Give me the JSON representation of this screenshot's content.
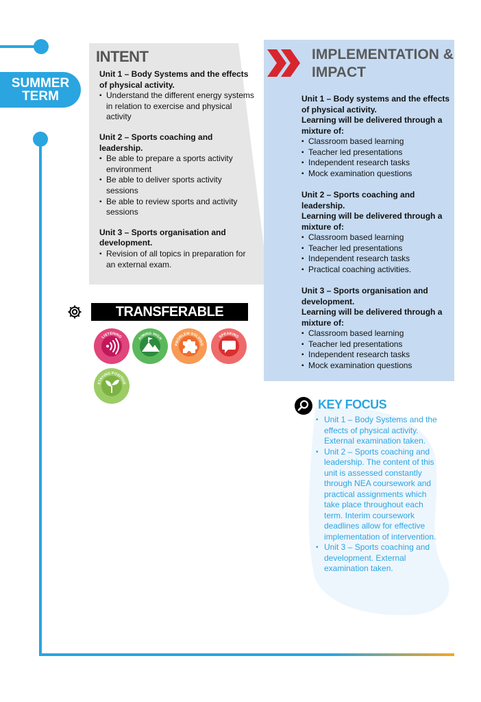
{
  "badge": {
    "line1": "SUMMER",
    "line2": "TERM"
  },
  "intent": {
    "title": "INTENT",
    "units": [
      {
        "heading": "Unit 1 – Body Systems and the effects of physical activity.",
        "bullets": [
          "Understand the different energy systems in relation to exercise and physical activity"
        ]
      },
      {
        "heading": "Unit 2 – Sports coaching and leadership.",
        "bullets": [
          "Be able to prepare a sports activity environment",
          "Be able to deliver sports activity sessions",
          "Be able to review sports and activity sessions"
        ]
      },
      {
        "heading": "Unit 3 – Sports organisation and development.",
        "bullets": [
          "Revision of all topics in preparation for an external exam."
        ]
      }
    ]
  },
  "impl": {
    "title_line1": "IMPLEMENTATION &",
    "title_line2": "IMPACT",
    "units": [
      {
        "heading": "Unit 1 – Body systems and the effects of physical activity.",
        "sub": "Learning will be delivered through a mixture of:",
        "bullets": [
          "Classroom based learning",
          "Teacher led presentations",
          "Independent research tasks",
          "Mock examination questions"
        ]
      },
      {
        "heading": "Unit 2 – Sports coaching and leadership.",
        "sub": "Learning will be delivered through a mixture of:",
        "bullets": [
          "Classroom based learning",
          "Teacher led presentations",
          "Independent research tasks",
          "Practical coaching activities."
        ]
      },
      {
        "heading": "Unit 3 – Sports organisation and development.",
        "sub": "Learning will be delivered through a mixture of:",
        "bullets": [
          "Classroom based learning",
          "Teacher led presentations",
          "Independent research tasks",
          "Mock examination questions"
        ]
      }
    ]
  },
  "skills": {
    "title": "TRANSFERABLE SKILLS:",
    "items": [
      {
        "label": "LISTENING",
        "ring": "#e0457b",
        "inner": "#c2185b",
        "icon": "sound-waves-icon"
      },
      {
        "label": "AIMING HIGH",
        "ring": "#5cb85c",
        "inner": "#2e8b3d",
        "icon": "mountain-flag-icon"
      },
      {
        "label": "PROBLEM SOLVING",
        "ring": "#f79a55",
        "inner": "#ef6c2e",
        "icon": "puzzle-icon"
      },
      {
        "label": "SPEAKING",
        "ring": "#ef6b6b",
        "inner": "#d93030",
        "icon": "speech-bubble-icon"
      },
      {
        "label": "STAYING POSITIVE",
        "ring": "#9ccc65",
        "inner": "#7cb342",
        "icon": "sprout-icon"
      }
    ]
  },
  "key_focus": {
    "title": "KEY FOCUS",
    "items": [
      "Unit 1 – Body Systems and the effects of physical activity. External examination taken.",
      "Unit 2 – Sports coaching and leadership. The content of this unit is assessed constantly through NEA coursework and practical assignments which take place throughout each term. Interim coursework deadlines allow for effective implementation of intervention.",
      "Unit 3 – Sports coaching and development. External examination taken."
    ]
  },
  "colors": {
    "accent": "#2aa5e0",
    "impl_bg": "#c6dbf1",
    "intent_bg": "#e6e6e6",
    "chevron": "#d7262e",
    "orange": "#f5a623"
  }
}
